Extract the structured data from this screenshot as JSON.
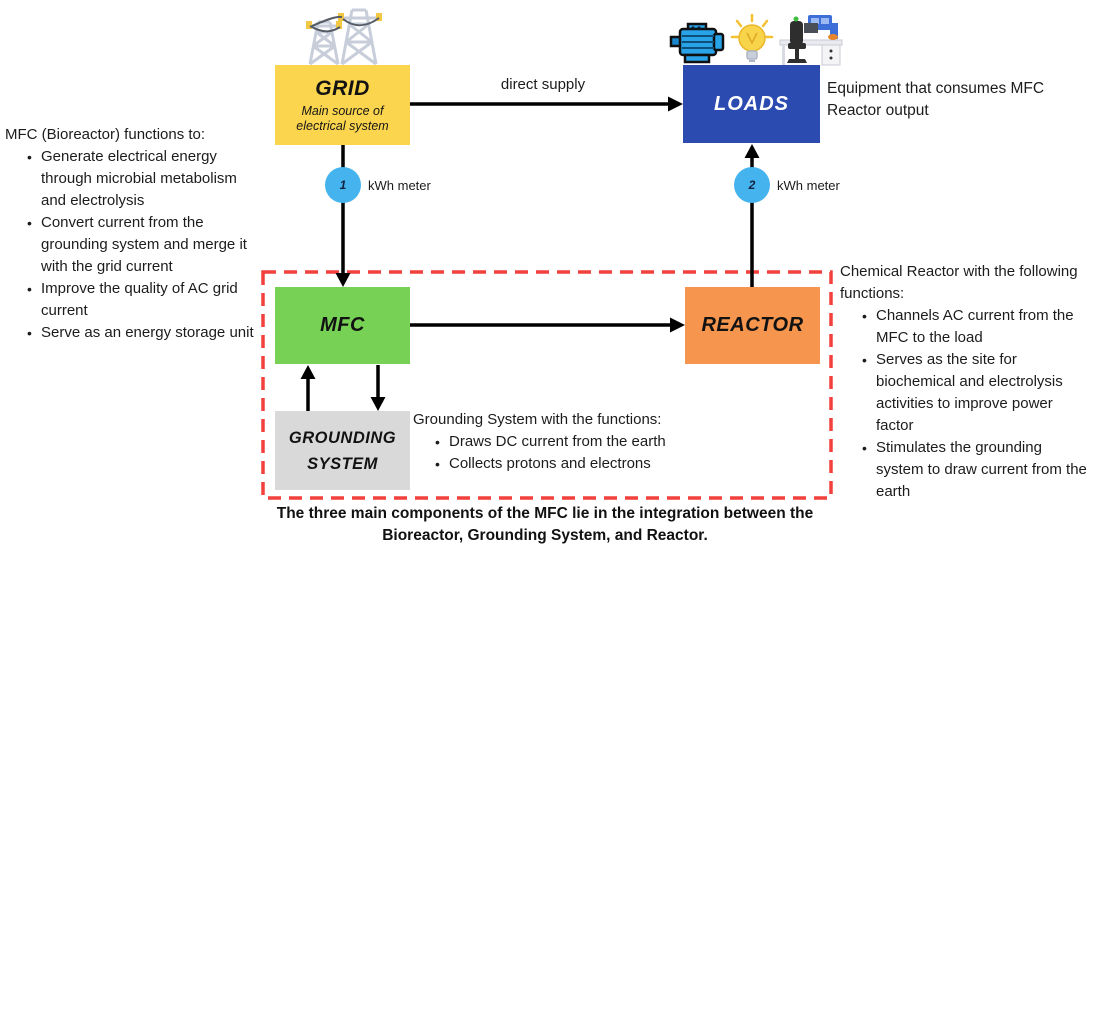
{
  "nodes": {
    "grid": {
      "label": "GRID",
      "subtitle": "Main source of electrical system"
    },
    "loads": {
      "label": "LOADS"
    },
    "mfc": {
      "label": "MFC"
    },
    "reactor": {
      "label": "REACTOR"
    },
    "grounding": {
      "label": "GROUNDING SYSTEM"
    }
  },
  "edges": {
    "direct_supply_label": "direct supply"
  },
  "meters": {
    "meter1": {
      "number": "1",
      "label": "kWh meter"
    },
    "meter2": {
      "number": "2",
      "label": "kWh meter"
    }
  },
  "loads_note": "Equipment that consumes MFC Reactor output",
  "left_panel": {
    "title": "MFC (Bioreactor) functions to:",
    "bullets": [
      "Generate electrical energy through microbial metabolism and electrolysis",
      "Convert current from the grounding system and merge it with the grid current",
      "Improve the quality of AC grid current",
      "Serve as an energy storage unit"
    ]
  },
  "grounding_panel": {
    "title": "Grounding System with the functions:",
    "bullets": [
      "Draws DC current from the earth",
      "Collects protons and electrons"
    ]
  },
  "right_panel": {
    "title": "Chemical Reactor with the following functions:",
    "bullets": [
      "Channels AC current from the MFC to the load",
      "Serves as the site for biochemical and electrolysis activities to improve power factor",
      "Stimulates the grounding system to draw current from the earth"
    ]
  },
  "caption": "The three main components of the MFC lie in the integration between the Bioreactor, Grounding System, and Reactor.",
  "icons": {
    "towers": "transmission-towers",
    "motor": "electric-motor",
    "bulb": "lightbulb",
    "desk": "computer-workstation"
  },
  "colors": {
    "grid_box": "#FBD54E",
    "loads_box": "#2B4BB0",
    "mfc_box": "#77D155",
    "reactor_box": "#F6954E",
    "grounding_box": "#D9D9D9",
    "meter_circle": "#45B4EE",
    "dashed_border": "#F2403C",
    "arrow": "#000000"
  }
}
